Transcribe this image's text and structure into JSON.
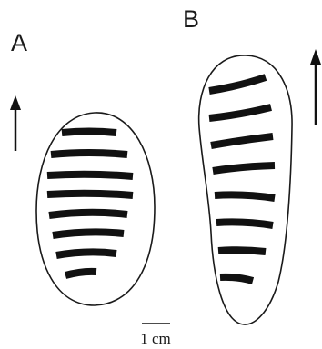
{
  "figure": {
    "panel_a": {
      "label": "A",
      "stripe_count": 8
    },
    "panel_b": {
      "label": "B",
      "stripe_count": 8
    },
    "scale_bar": {
      "label": "1 cm"
    }
  }
}
